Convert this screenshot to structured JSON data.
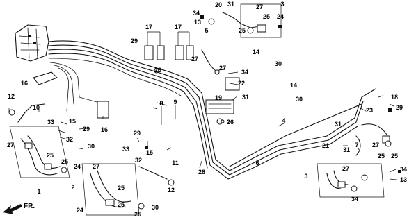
{
  "diagram": {
    "direction_label": "FR.",
    "callouts": [
      "1",
      "2",
      "3",
      "4",
      "5",
      "6",
      "7",
      "8",
      "9",
      "10",
      "11",
      "12",
      "13",
      "14",
      "15",
      "16",
      "17",
      "18",
      "19",
      "20",
      "21",
      "22",
      "23",
      "24",
      "25",
      "26",
      "27",
      "28",
      "29",
      "30",
      "31",
      "32",
      "33",
      "34"
    ],
    "colors": {
      "ink": "#111111",
      "background": "#ffffff"
    }
  }
}
